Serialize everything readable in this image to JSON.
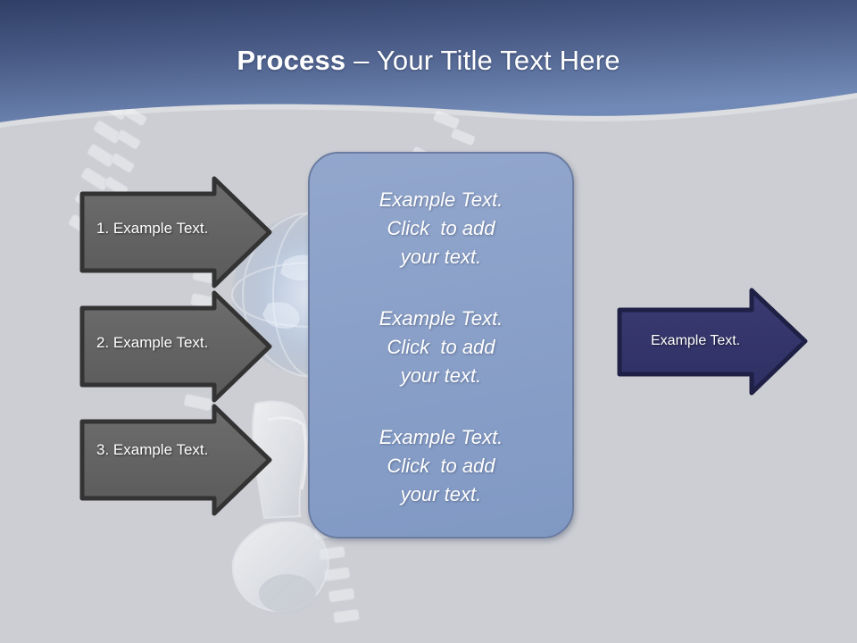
{
  "slide": {
    "background_color": "#ccced3",
    "header": {
      "gradient_top": "#38486e",
      "gradient_bottom": "#6c82b0",
      "title_strong": "Process",
      "title_rest": " – Your Title Text Here"
    }
  },
  "left_arrows": [
    {
      "label": "1. Example Text.",
      "fill": "#636363",
      "stroke": "#333333"
    },
    {
      "label": "2. Example Text.",
      "fill": "#636363",
      "stroke": "#333333"
    },
    {
      "label": "3. Example Text.",
      "fill": "#636363",
      "stroke": "#333333"
    }
  ],
  "center_box": {
    "fill": "#8aa0c8",
    "stroke": "#6b7ca0",
    "blocks": [
      {
        "line1": "Example Text.",
        "line2": "Click  to add",
        "line3": "your text."
      },
      {
        "line1": "Example Text.",
        "line2": "Click  to add",
        "line3": "your text."
      },
      {
        "line1": "Example Text.",
        "line2": "Click  to add",
        "line3": "your text."
      }
    ]
  },
  "right_arrow": {
    "label": "Example Text.",
    "fill": "#33346a",
    "stroke": "#1f2045"
  }
}
